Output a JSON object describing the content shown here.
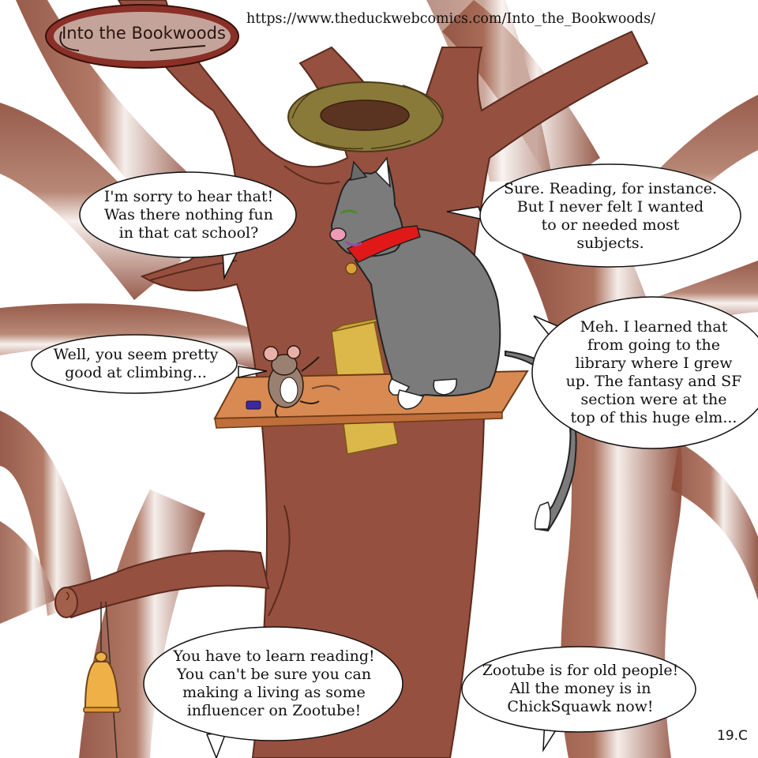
{
  "comic": {
    "logo": "Into the Bookwoods",
    "url": "https://www.theduckwebcomics.com/Into_the_Bookwoods/",
    "page_number": "19.C"
  },
  "bubbles": {
    "mouse_sorry": "I'm sorry to hear that!\nWas there nothing fun\nin that cat school?",
    "cat_reading": "Sure. Reading, for instance.\nBut I never felt I wanted\nto or needed most\nsubjects.",
    "mouse_climbing": "Well, you seem pretty\ngood at climbing...",
    "cat_library": "Meh. I learned that\nfrom going to the\nlibrary where I grew\nup. The fantasy and SF\nsection were at the\ntop of this huge elm...",
    "mouse_learn": "You have to learn reading!\nYou can't be sure you can\nmaking a living as some\ninfluencer on Zootube!",
    "cat_zootube": "Zootube is for old people!\nAll the money is in\nChickSquawk now!"
  },
  "colors": {
    "trunk": "#96503f",
    "background_branch": "#8c4a38",
    "cat_fur": "#7b7b7b",
    "collar": "#e01818",
    "shelf": "#d98a52",
    "book": "#dcb84a",
    "bell": "#f0b048",
    "nest": "#8a7a3a"
  }
}
